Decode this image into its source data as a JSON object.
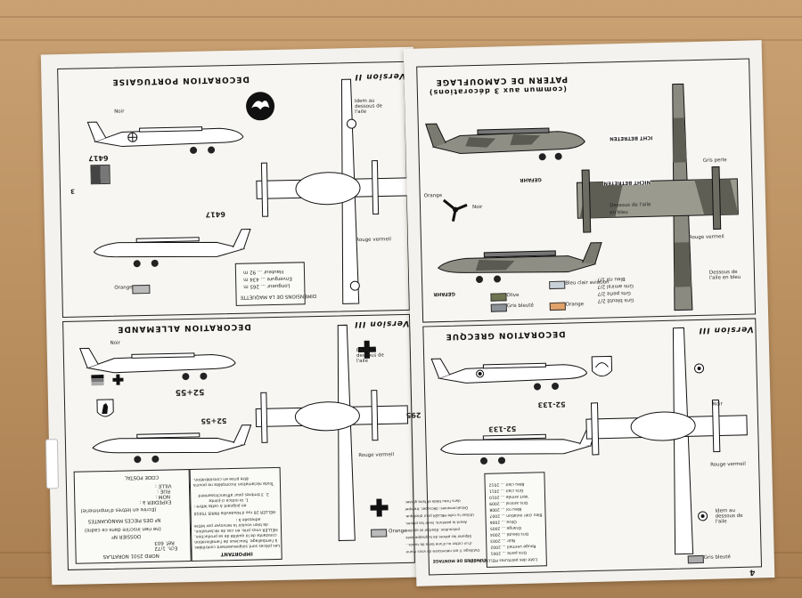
{
  "sheet": {
    "left_page": {
      "top_panel": {
        "title": "DECORATION PORTUGAISE",
        "version": "Version II",
        "serials": [
          "6417",
          "6417"
        ],
        "dimensions_box": {
          "heading": "DIMENSIONS DE LA MAQUETTE",
          "rows": [
            "Longueur ... 265 m",
            "Envergure ... 434 m",
            "Hauteur ... 92 m"
          ]
        },
        "color_label": "Orange",
        "callouts": [
          "Noir",
          "Idem au dessous de l'aile",
          "Rouge vermeil"
        ]
      },
      "bottom_panel": {
        "title": "DECORATION ALLEMANDE",
        "version": "Version III",
        "serials": [
          "52+55",
          "52+55"
        ],
        "callouts": [
          "Noir",
          "Idem au dessous de l'aile",
          "Rouge vermeil",
          "Orange"
        ],
        "important_box": {
          "heading": "IMPORTANT",
          "lines": [
            "Les pièces sont soigneusement contrôlées",
            "à l'emballage. Soucieux de l'amélioration",
            "constante de la qualité de sa production,",
            "HELLER vous prie, en cas de réclamation,",
            "de bien vouloir la renvoyer par lettre",
            "adressée à :",
            "HELLER 28 rue d'Hauteville PARIS 75010",
            "en joignant à cette lettre :",
            "1. la notice ci-jointe",
            "2. 3 timbres pour affranchissement",
            "Toute réclamation incomplète ne pourra",
            "être prise en considération."
          ]
        },
        "order_box": {
          "lines": [
            "NORD 2501 NORATLAS",
            "Ech. 1/72",
            "Réf. 603",
            "DOSSIER Nº",
            "(ne rien inscrire dans ce cadre)",
            "Nº DES PIECES MANQUANTES",
            "(Ecrire en lettres d'imprimerie)",
            "EXPEDIER à :",
            "NOM :",
            "RUE :",
            "VILLE :",
            "CODE POSTAL"
          ]
        },
        "page_number": "3"
      }
    },
    "right_page": {
      "top_panel": {
        "title": "PATERN DE CAMOUFLAGE",
        "subtitle": "(commun aux 3 décorations)",
        "callouts": [
          "Noir",
          "Orange",
          "Gris perle",
          "Dessous de l'aile",
          "en bleu",
          "Rouge vermeil",
          "Dessous de l'aile en bleu"
        ],
        "markings": [
          "ICHT BETRETEN",
          "NICHT BETRETEN",
          "GEFAHR",
          "GEFAHR"
        ],
        "legend": [
          {
            "label": "Bleu clair aviation",
            "color": "#c9d2d8"
          },
          {
            "label": "Olive",
            "color": "#6f7550"
          },
          {
            "label": "Gris bleuté",
            "color": "#8c9298"
          },
          {
            "label": "Orange",
            "color": "#e0a16a"
          }
        ],
        "note_lines": [
          "Gris bleuté 2/7",
          "Gris perle 2/7",
          "Gris amiral 2/7",
          "Bleu roi 1/7",
          "Bleu clair aviation"
        ]
      },
      "bottom_panel": {
        "title": "DECORATION GRECQUE",
        "version": "Version III",
        "serials": [
          "52-133",
          "52-133",
          "295"
        ],
        "callouts": [
          "Noir",
          "Gris bleuté",
          "Rouge vermeil",
          "Idem au dessous de l'aile"
        ],
        "advice_box": {
          "heading": "CONSEILS DE MONTAGE",
          "lines": [
            "Outillage: Il est nécessaire de vous munir",
            "d'un cutter ou d'une lame de rasoir...",
            "Séparer les pièces de la grappe avec",
            "précaution. Ebarber et ajuster.",
            "Avant la peinture, laver les pièces.",
            "Utiliser la colle HELLER pour plastique.",
            "Décalcomanies: découper, tremper",
            "dans l'eau tiède et faire glisser."
          ]
        },
        "paint_list": {
          "heading": "Liste des peintures HELLER à utiliser",
          "rows": [
            "Gris perle ... 2001",
            "Rouge vermeil ... 2002",
            "Noir ... 2003",
            "Gris bleuté ... 2004",
            "Orange ... 2005",
            "Olive ... 2006",
            "Bleu clair aviation ... 2007",
            "Bleu roi ... 2008",
            "Gris amiral ... 2009",
            "Vert armée ... 2010",
            "Gris clair ... 2011",
            "Bleu clair ... 2012"
          ]
        },
        "page_number": "4"
      }
    }
  }
}
